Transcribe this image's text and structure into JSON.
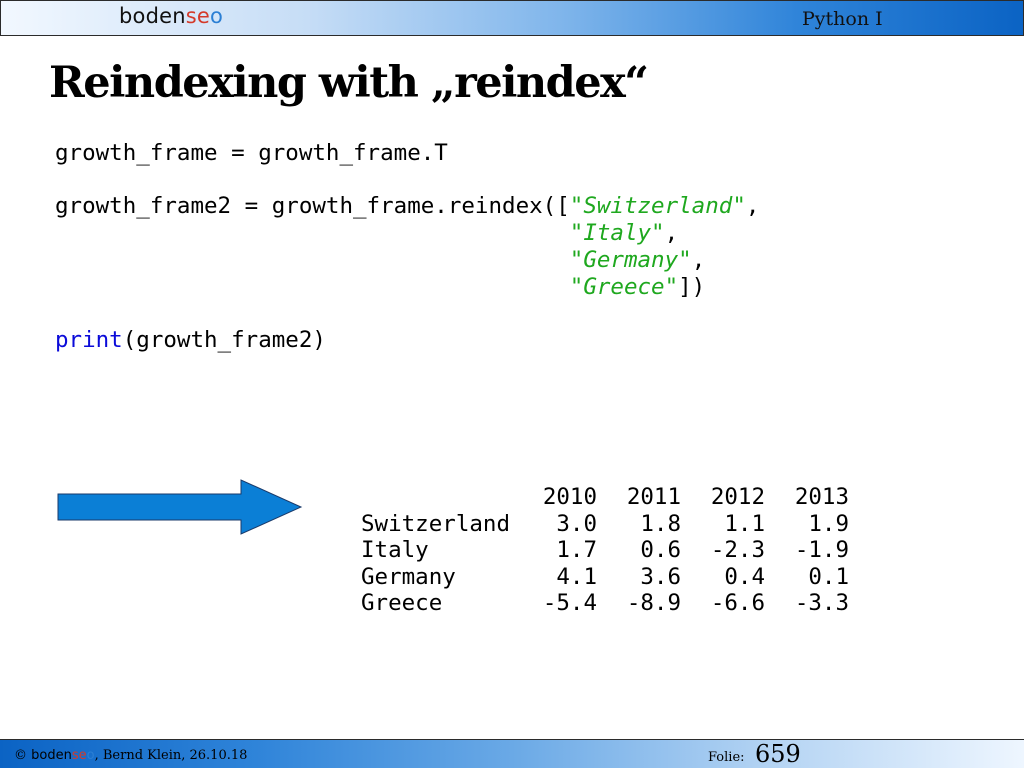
{
  "header": {
    "logo_prefix": "boden",
    "logo_se": "se",
    "logo_o": "o",
    "course": "Python I"
  },
  "title": "Reindexing with „reindex“",
  "code": {
    "line1": "growth_frame = growth_frame.T",
    "line2_prefix": "growth_frame2 = growth_frame.reindex([",
    "countries": [
      "Switzerland",
      "Italy",
      "Germany",
      "Greece"
    ],
    "line_end_comma": ",",
    "line_end_close": "])",
    "print_kw": "print",
    "print_arg": "(growth_frame2)"
  },
  "output": {
    "columns": [
      "",
      "2010",
      "2011",
      "2012",
      "2013"
    ],
    "rows": [
      {
        "label": "Switzerland",
        "values": [
          "3.0",
          "1.8",
          "1.1",
          "1.9"
        ]
      },
      {
        "label": "Italy",
        "values": [
          "1.7",
          "0.6",
          "-2.3",
          "-1.9"
        ]
      },
      {
        "label": "Germany",
        "values": [
          "4.1",
          "3.6",
          "0.4",
          "0.1"
        ]
      },
      {
        "label": "Greece",
        "values": [
          "-5.4",
          "-8.9",
          "-6.6",
          "-3.3"
        ]
      }
    ]
  },
  "arrow": {
    "color": "#0b7fd6",
    "stroke": "#1a3a6a"
  },
  "footer": {
    "copyright": "©",
    "logo_prefix": "boden",
    "logo_se": "se",
    "logo_o": "o",
    "author_date": ", Bernd Klein, 26.10.18",
    "folie_label": "Folie:",
    "folie_number": "659"
  }
}
